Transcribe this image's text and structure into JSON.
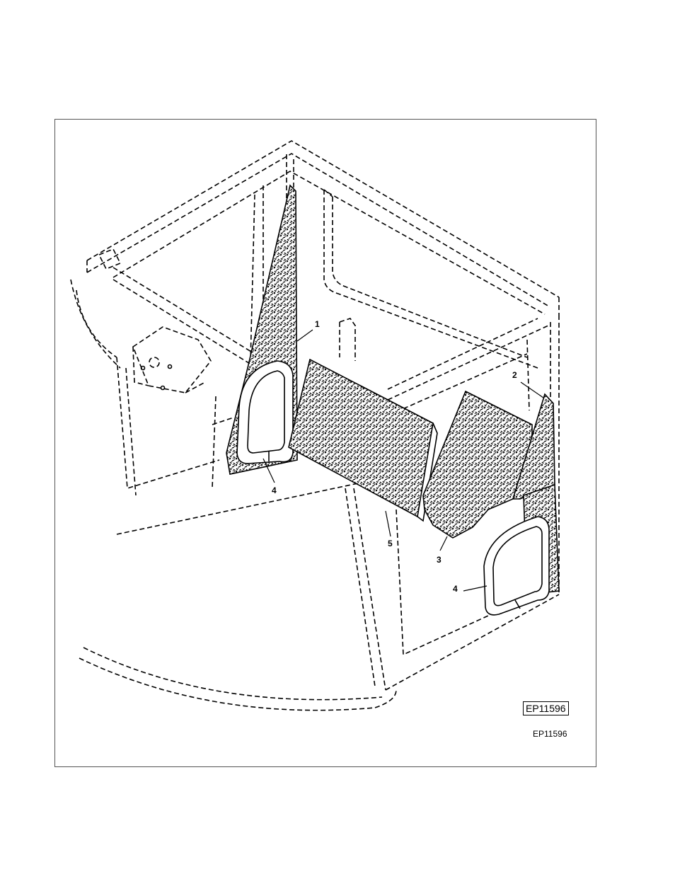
{
  "figure": {
    "boxed_id": "EP11596",
    "caption_id": "EP11596"
  },
  "callouts": [
    {
      "key": "c1",
      "label": "1"
    },
    {
      "key": "c2",
      "label": "2"
    },
    {
      "key": "c3",
      "label": "3"
    },
    {
      "key": "c4a",
      "label": "4"
    },
    {
      "key": "c4b",
      "label": "4"
    },
    {
      "key": "c5",
      "label": "5"
    }
  ]
}
